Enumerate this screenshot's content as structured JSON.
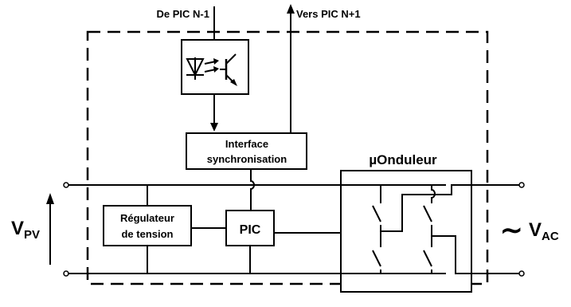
{
  "labels": {
    "input": "De PIC N-1",
    "output": "Vers PIC N+1",
    "interface_line1": "Interface",
    "interface_line2": "synchronisation",
    "ondul_title": "µOnduleur",
    "regulator_line1": "Régulateur",
    "regulator_line2": "de tension",
    "pic": "PIC",
    "vpv_main": "V",
    "vpv_sub": "PV",
    "vac_symbol": "∼",
    "vac_main": "V",
    "vac_sub": "AC"
  }
}
